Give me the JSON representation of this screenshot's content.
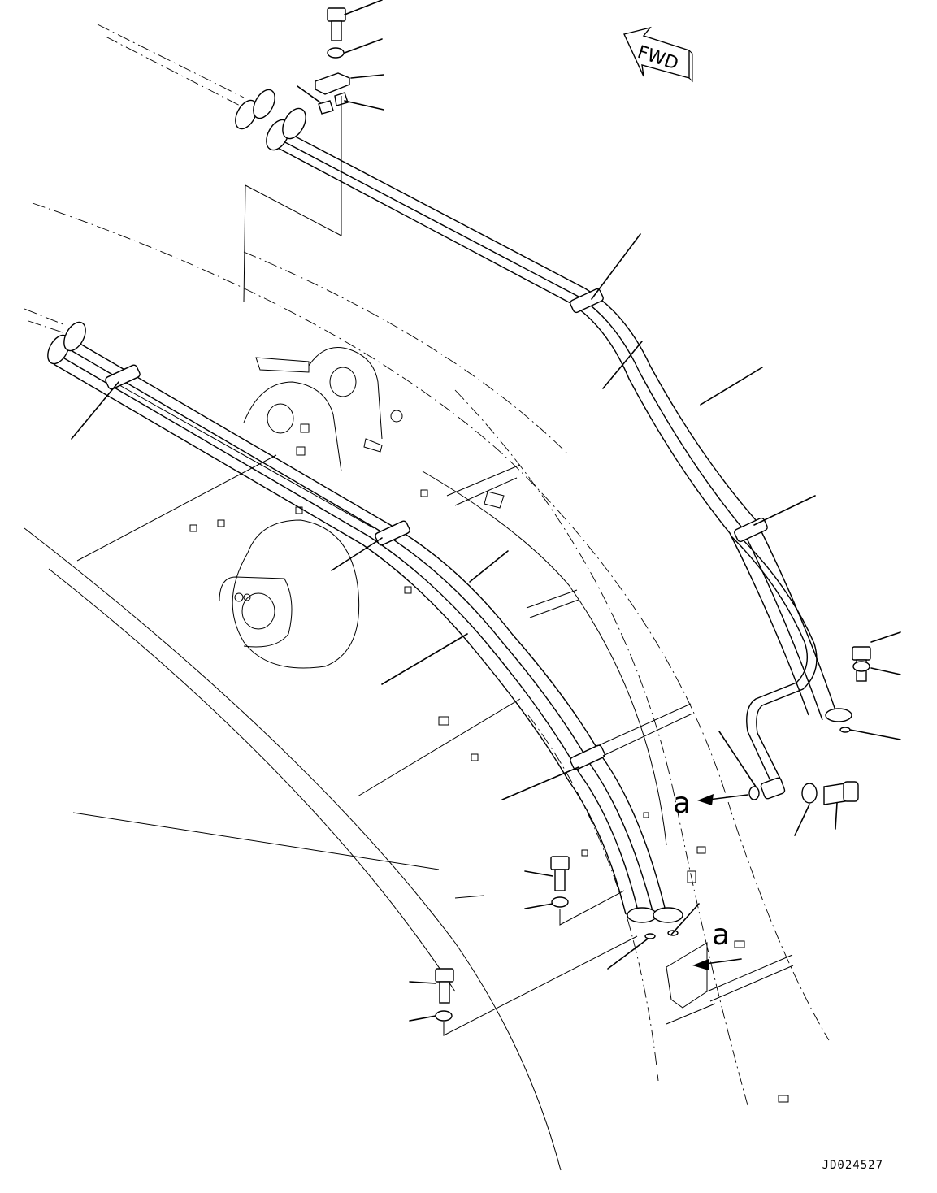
{
  "diagram": {
    "drawing_code": "JD024527",
    "direction_label": "FWD",
    "callout_letter": "a"
  }
}
